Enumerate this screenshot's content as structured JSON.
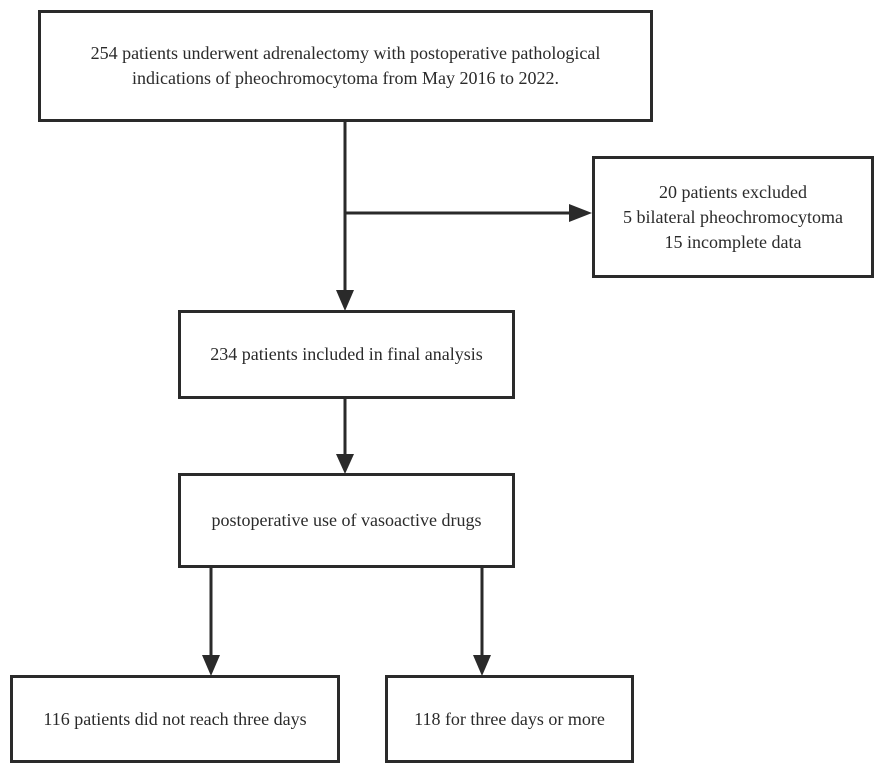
{
  "nodes": {
    "enrolled": {
      "lines": [
        "254 patients underwent adrenalectomy with postoperative pathological",
        "indications of pheochromocytoma from May 2016 to 2022."
      ]
    },
    "excluded": {
      "lines": [
        "20 patients excluded",
        "5 bilateral pheochromocytoma",
        "15 incomplete data"
      ]
    },
    "included": {
      "lines": [
        "234 patients included in final analysis"
      ]
    },
    "vasoactive": {
      "lines": [
        "postoperative use of vasoactive drugs"
      ]
    },
    "under_three_days": {
      "lines": [
        "116 patients did not reach three days"
      ]
    },
    "three_days_or_more": {
      "lines": [
        "118 for three days or more"
      ]
    }
  },
  "edges": [
    {
      "from": "enrolled",
      "to": "included"
    },
    {
      "from": "enrolled",
      "to": "excluded"
    },
    {
      "from": "included",
      "to": "vasoactive"
    },
    {
      "from": "vasoactive",
      "to": "under_three_days"
    },
    {
      "from": "vasoactive",
      "to": "three_days_or_more"
    }
  ],
  "colors": {
    "stroke": "#2a2a2a",
    "background": "#ffffff"
  }
}
